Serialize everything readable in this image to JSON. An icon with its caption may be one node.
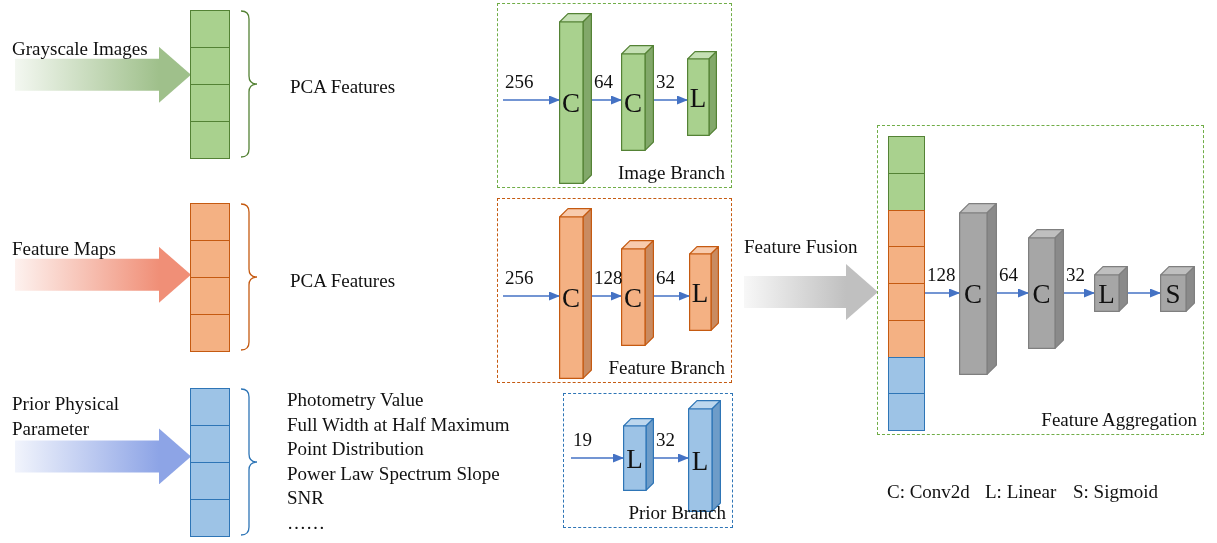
{
  "diagram": {
    "nodes": [
      {
        "text": [
          "Grayscale Images"
        ]
      },
      {
        "text": [],
        "shape": "bar",
        "beside": [
          "PCA Features"
        ]
      },
      {
        "text": [
          "Feature Maps"
        ]
      },
      {
        "text": [],
        "shape": "bar",
        "beside": [
          "PCA Features"
        ]
      },
      {
        "text": [
          "Prior Physical Parameter"
        ]
      },
      {
        "text": [],
        "shape": "bar",
        "beside": [
          "Photometry Value",
          "Full Width at Half Maximum",
          "Point Distribution",
          "Power Law Spectrum Slope",
          "SNR",
          "……"
        ]
      },
      {
        "text": [
          "Image Branch"
        ]
      },
      {
        "text": [
          "C"
        ],
        "in": 6
      },
      {
        "text": [
          "C"
        ],
        "in": 6
      },
      {
        "text": [
          "L"
        ],
        "in": 6
      },
      {
        "text": [
          "Feature Branch"
        ]
      },
      {
        "text": [
          "C"
        ],
        "in": 10
      },
      {
        "text": [
          "C"
        ],
        "in": 10
      },
      {
        "text": [
          "L"
        ],
        "in": 10
      },
      {
        "text": [
          "Prior Branch"
        ]
      },
      {
        "text": [
          "L"
        ],
        "in": 14
      },
      {
        "text": [
          "L"
        ],
        "in": 14
      },
      {
        "text": [
          "Feature Aggregation"
        ]
      },
      {
        "text": [],
        "shape": "bar",
        "in": 17
      },
      {
        "text": [
          "C"
        ],
        "in": 17
      },
      {
        "text": [
          "C"
        ],
        "in": 17
      },
      {
        "text": [
          "L"
        ],
        "in": 17
      },
      {
        "text": [
          "S"
        ],
        "in": 17
      }
    ],
    "edges": [
      {
        "from": 0,
        "to": 1,
        "arrow": "to",
        "style": "thick",
        "color": "#9fc08b"
      },
      {
        "from": 2,
        "to": 3,
        "arrow": "to",
        "style": "thick",
        "color": "#f08f77"
      },
      {
        "from": 4,
        "to": 5,
        "arrow": "to",
        "style": "thick",
        "color": "#8da4e6"
      },
      {
        "from": null,
        "to": 7,
        "arrow": "to",
        "label": "256"
      },
      {
        "from": 7,
        "to": 8,
        "arrow": "to",
        "label": "64"
      },
      {
        "from": 8,
        "to": 9,
        "arrow": "to",
        "label": "32"
      },
      {
        "from": null,
        "to": 11,
        "arrow": "to",
        "label": "256"
      },
      {
        "from": 11,
        "to": 12,
        "arrow": "to",
        "label": "128"
      },
      {
        "from": 12,
        "to": 13,
        "arrow": "to",
        "label": "64"
      },
      {
        "from": null,
        "to": 15,
        "arrow": "to",
        "label": "19"
      },
      {
        "from": 15,
        "to": 16,
        "arrow": "to",
        "label": "32"
      },
      {
        "from": 10,
        "to": 17,
        "arrow": "to",
        "label": "Feature Fusion",
        "style": "thick",
        "color": "#c0c0c0"
      },
      {
        "from": 18,
        "to": 19,
        "arrow": "to",
        "label": "128"
      },
      {
        "from": 19,
        "to": 20,
        "arrow": "to",
        "label": "64"
      },
      {
        "from": 20,
        "to": 21,
        "arrow": "to",
        "label": "32"
      },
      {
        "from": 21,
        "to": 22,
        "arrow": "to"
      }
    ],
    "labels": [
      "C: Conv2d",
      "L: Linear",
      "S: Sigmoid"
    ]
  }
}
